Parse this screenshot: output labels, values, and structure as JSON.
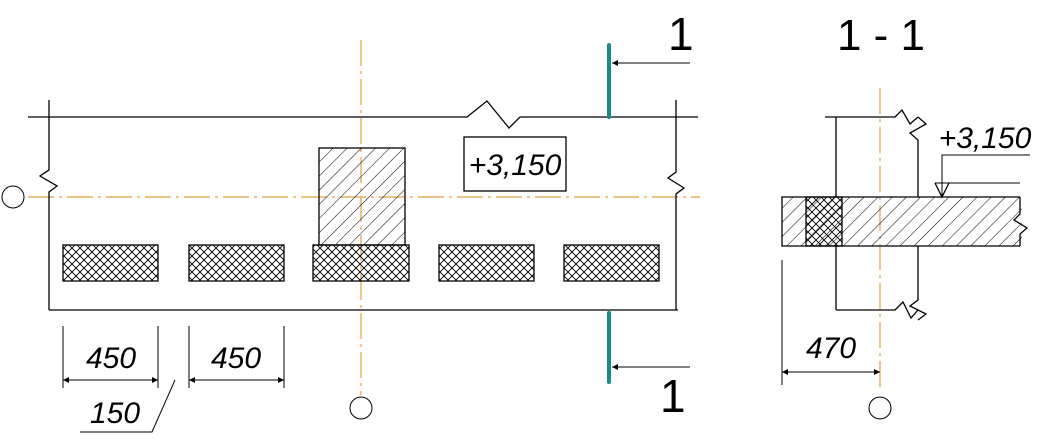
{
  "drawing": {
    "section_mark": "1",
    "section_title": "1 - 1",
    "elevation_plan": "+3,150",
    "elevation_section": "+3,150",
    "dims": {
      "d1": "450",
      "d2": "450",
      "d3": "150",
      "d4": "470"
    }
  }
}
